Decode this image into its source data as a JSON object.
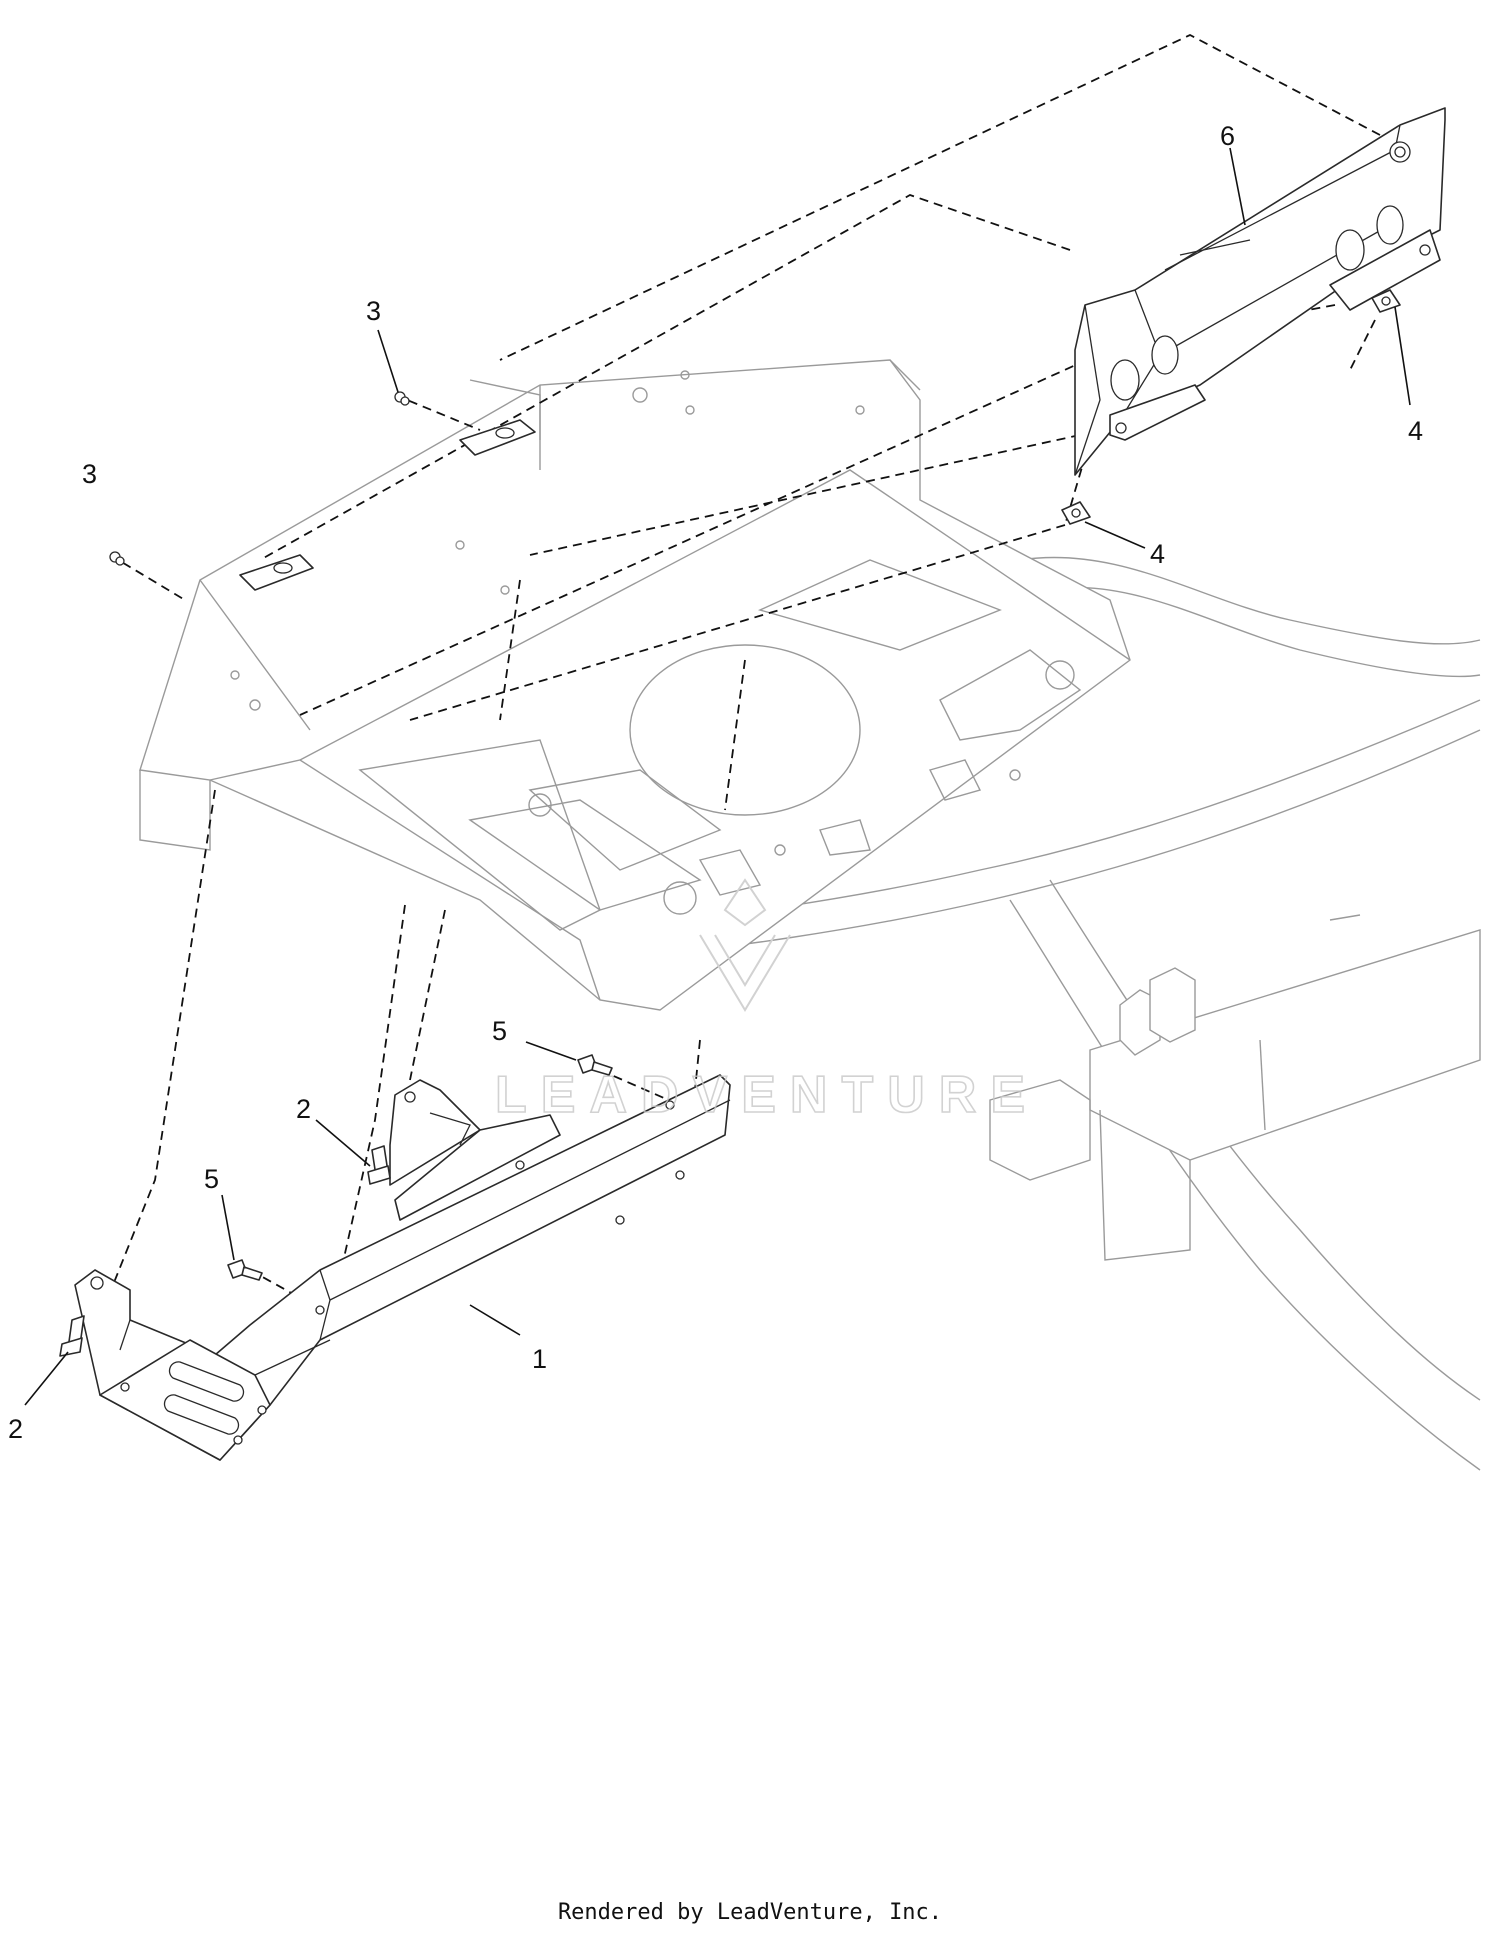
{
  "callouts": {
    "c1": "1",
    "c2a": "2",
    "c2b": "2",
    "c3a": "3",
    "c3b": "3",
    "c4a": "4",
    "c4b": "4",
    "c5a": "5",
    "c5b": "5",
    "c6": "6"
  },
  "watermark": "LEADVENTURE",
  "credit": "Rendered by LeadVenture, Inc.",
  "colors": {
    "line": "#2a2a2a",
    "background_parts": "#9a9a9a",
    "watermark": "#c8c8c8"
  }
}
